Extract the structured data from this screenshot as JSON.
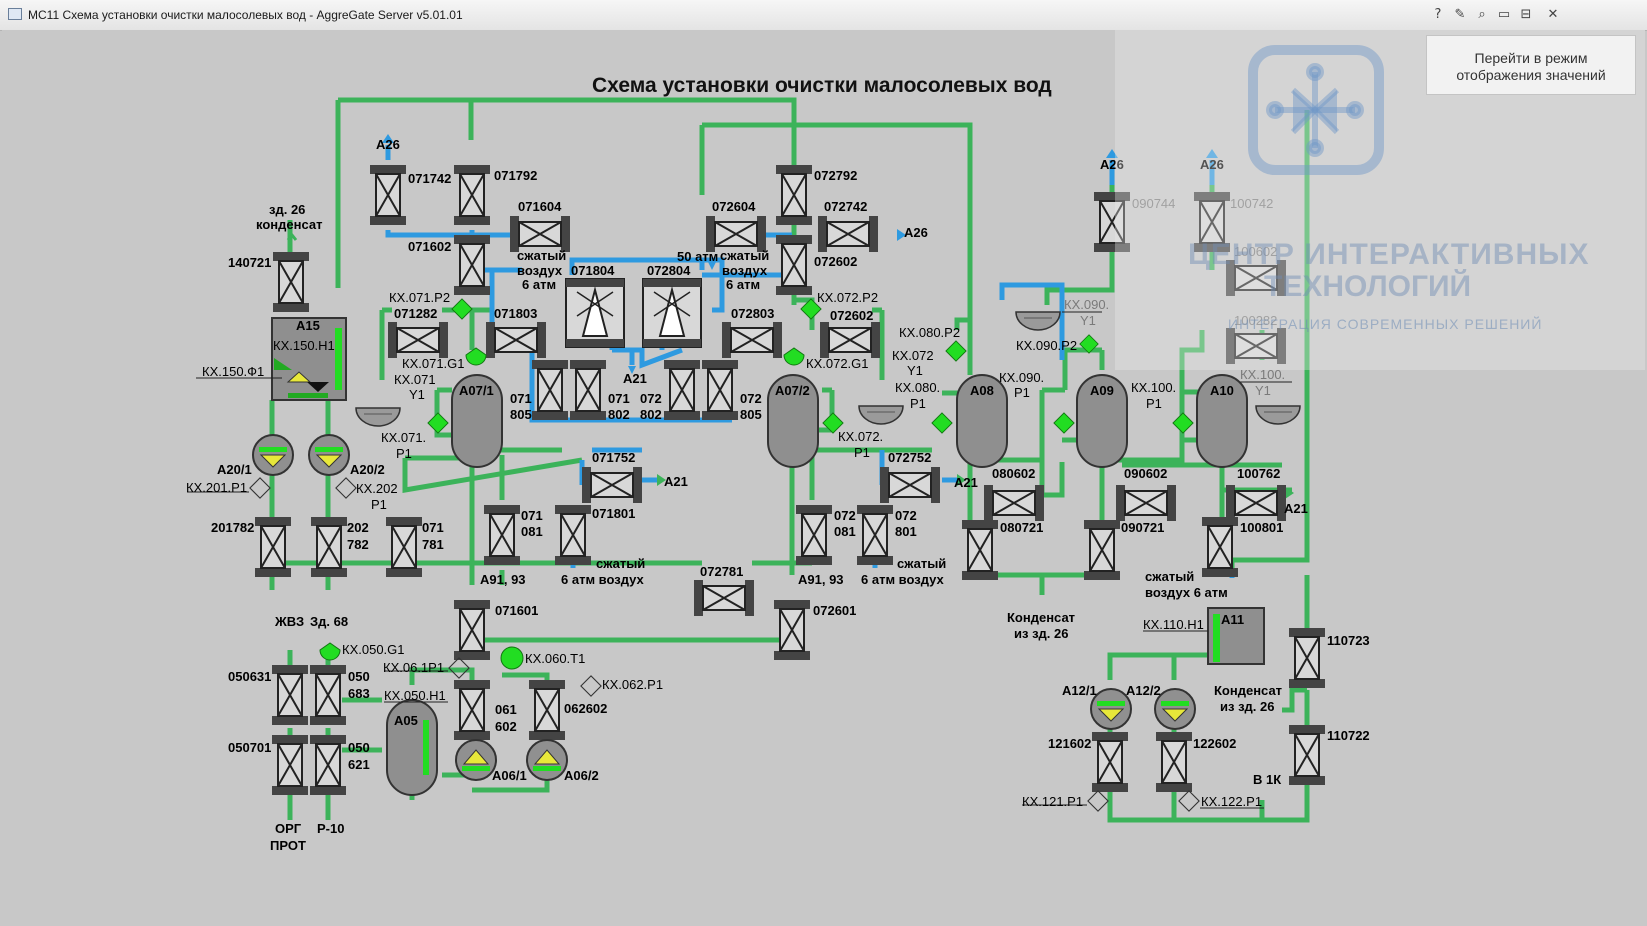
{
  "window": {
    "title": "MC11 Схема установки очистки малосолевых вод - AggreGate Server v5.01.01",
    "buttons": [
      "?",
      "✎",
      "⌕",
      "▭",
      "⊟",
      "✕"
    ]
  },
  "page_title": "Схема установки очистки малосолевых вод",
  "mode_button": {
    "line1": "Перейти в режим",
    "line2": "отображения значений"
  },
  "watermark": {
    "line1": "ЦЕНТР ИНТЕРАКТИВНЫХ",
    "line2": "ТЕХНОЛОГИЙ",
    "sub": "ИНТЕГРАЦИЯ СОВРЕМЕННЫХ РЕШЕНИЙ"
  },
  "colors": {
    "pipe_green": "#3cb35a",
    "pipe_blue": "#2e9ae0",
    "sensor_green": "#22dd22",
    "tank": "#8f8f8f"
  },
  "labels": {
    "zd26": "зд. 26",
    "kondensat": "конденсат",
    "v140721": "140721",
    "a15": "А15",
    "kx150h1": "КХ.150.Н1",
    "kx150f1": "КХ.150.Ф1",
    "a26_1": "А26",
    "v071742": "071742",
    "v071792": "071792",
    "v071604": "071604",
    "v071602": "071602",
    "szh1": "сжатый",
    "vozd1": "воздух",
    "atm6_1": "6 атм",
    "v071804": "071804",
    "v072804": "072804",
    "atm50": "50 атм",
    "szh2": "сжатый",
    "vozd2": "воздух",
    "atm6_2": "6 атм",
    "v072604": "072604",
    "v072792": "072792",
    "v072742": "072742",
    "a26_2": "А26",
    "v072602": "072602",
    "kx071p2": "КХ.071.Р2",
    "kx072p2": "КХ.072.Р2",
    "v071282": "071282",
    "v071803": "071803",
    "v072803": "072803",
    "v072602b": "072602",
    "kx071g1": "КХ.071.G1",
    "kx072g1": "КХ.072.G1",
    "kx080p2": "КХ.080.Р2",
    "kx071y1a": "КХ.071",
    "kx071y1b": "Y1",
    "a071": "А07/1",
    "a072": "А07/2",
    "a21_mid": "А21",
    "v071805a": "071",
    "v071805b": "805",
    "v071802a": "071",
    "v071802b": "802",
    "v072802a": "072",
    "v072802b": "802",
    "v072805a": "072",
    "v072805b": "805",
    "kx072y1a": "КХ.072",
    "kx072y1b": "Y1",
    "kx080p1a": "КХ.080.",
    "kx080p1b": "Р1",
    "a08": "А08",
    "kx090p2": "КХ.090.Р2",
    "kx090p1a": "КХ.090.",
    "kx090p1b": "Р1",
    "a09": "А09",
    "kx100p1a": "КХ.100.",
    "kx100p1b": "Р1",
    "a10": "А10",
    "kx090y1a": "КХ.090.",
    "kx090y1b": "Y1",
    "kx100y1a": "КХ.100.",
    "kx100y1b": "Y1",
    "a26_3": "А26",
    "v090744": "090744",
    "a26_4": "А26",
    "v100742": "100742",
    "v100602": "100602",
    "v100282": "100282",
    "kx071p1a": "КХ.071.",
    "kx071p1b": "Р1",
    "kx072p1a": "КХ.072.",
    "kx072p1b": "Р1",
    "a201": "А20/1",
    "a202": "А20/2",
    "kx201p1": "КХ.201.Р1",
    "kx202p1a": "КХ.202",
    "kx202p1b": "Р1",
    "v071752": "071752",
    "a21_1": "А21",
    "v072752": "072752",
    "a21_2": "А21",
    "v080602": "080602",
    "v090602": "090602",
    "v100762": "100762",
    "a21_3": "А21",
    "v201782": "201782",
    "v202782a": "202",
    "v202782b": "782",
    "v071781a": "071",
    "v071781b": "781",
    "v071081a": "071",
    "v071081b": "081",
    "v071801": "071801",
    "szh3": "сжатый",
    "atm6_3": "6 атм воздух",
    "a9193_1": "А91, 93",
    "v072081a": "072",
    "v072081b": "081",
    "v072801a": "072",
    "v072801b": "801",
    "szh4": "сжатый",
    "atm6_4": "6 атм воздух",
    "a9193_2": "А91, 93",
    "v080721": "080721",
    "v090721": "090721",
    "v100801": "100801",
    "kond_iz26a": "Конденсат",
    "kond_iz26b": "из зд. 26",
    "szh5": "сжатый",
    "vozd5": "воздух 6 атм",
    "v072781": "072781",
    "v071601": "071601",
    "v072601": "072601",
    "zhvz": "ЖВЗ",
    "zd68": "Зд. 68",
    "kx050g1": "КХ.050.G1",
    "v050631": "050631",
    "v050683a": "050",
    "v050683b": "683",
    "kx061p1": "КХ.06.1Р1",
    "kx060t1": "КХ.060.Т1",
    "kx062p1": "КХ.062.Р1",
    "kx050h1": "КХ.050.Н1",
    "a05": "А05",
    "v061602a": "061",
    "v061602b": "602",
    "v062602": "062602",
    "v050701": "050701",
    "v050621a": "050",
    "v050621b": "621",
    "a061": "А06/1",
    "a062": "А06/2",
    "org": "ОРГ",
    "prot": "ПРОТ",
    "p10": "Р-10",
    "a11": "А11",
    "kx110h1": "КХ.110.Н1",
    "v110723": "110723",
    "v110722": "110722",
    "kond2a": "Конденсат",
    "kond2b": "из зд. 26",
    "a121": "А12/1",
    "a122": "А12/2",
    "v121602": "121602",
    "v122602": "122602",
    "v1k": "В 1К",
    "kx121p1": "КХ.121.Р1",
    "kx122p1": "КХ.122.Р1"
  }
}
